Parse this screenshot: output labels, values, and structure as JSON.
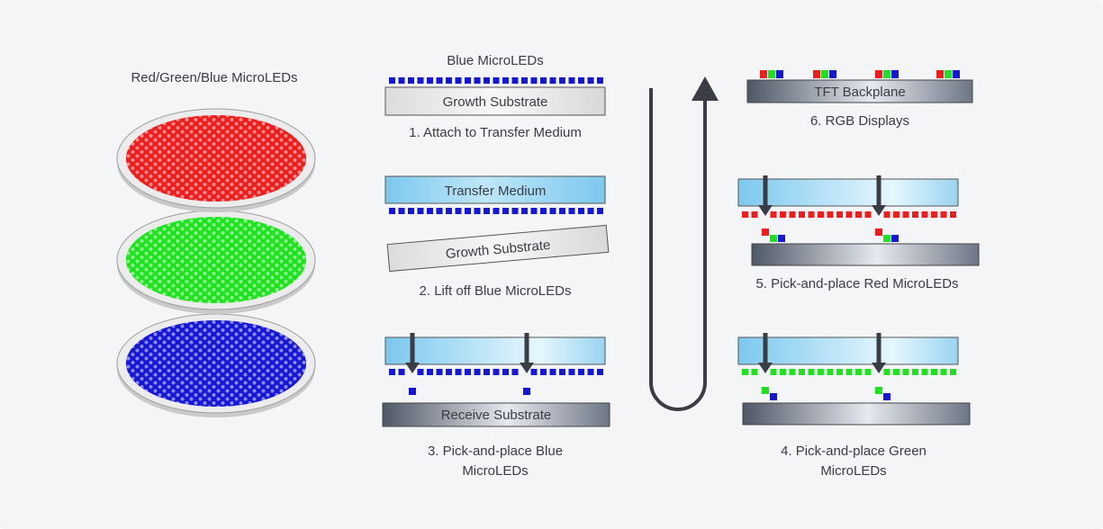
{
  "colors": {
    "background": "#f4f5f7",
    "text": "#3a3d45",
    "red": "#ee1c1c",
    "green": "#1ee21e",
    "blue": "#1616d6",
    "arrow": "#3a3d45"
  },
  "wafers": {
    "title": "Red/Green/Blue MicroLEDs",
    "layers": [
      "red",
      "green",
      "blue"
    ]
  },
  "step1": {
    "top_label": "Blue MicroLEDs",
    "substrate": "Growth Substrate",
    "caption": "1. Attach to Transfer Medium"
  },
  "step2": {
    "medium": "Transfer Medium",
    "substrate": "Growth Substrate",
    "caption": "2. Lift off Blue MicroLEDs"
  },
  "step3": {
    "substrate": "Receive Substrate",
    "caption_line1": "3. Pick-and-place Blue",
    "caption_line2": "MicroLEDs"
  },
  "step4": {
    "caption_line1": "4. Pick-and-place Green",
    "caption_line2": "MicroLEDs"
  },
  "step5": {
    "caption": "5. Pick-and-place Red MicroLEDs"
  },
  "step6": {
    "backplane": "TFT Backplane",
    "caption": "6. RGB Displays"
  }
}
